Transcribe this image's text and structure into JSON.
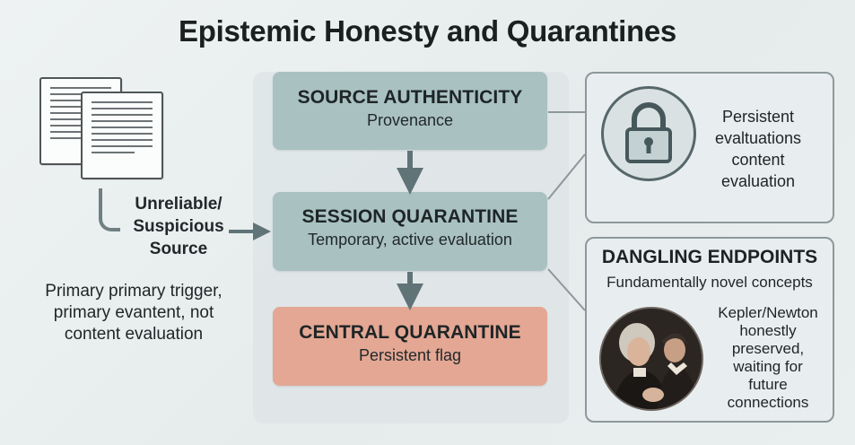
{
  "title": "Epistemic Honesty and Quarantines",
  "source": {
    "label_line1": "Unreliable/",
    "label_line2": "Suspicious",
    "label_line3": "Source",
    "note_line1": "Primary primary trigger,",
    "note_line2": "primary evantent, not",
    "note_line3": "content evaluation"
  },
  "flow": [
    {
      "heading": "SOURCE AUTHENTICITY",
      "subtitle": "Provenance",
      "color": "#a9c1c1"
    },
    {
      "heading": "SESSION QUARANTINE",
      "subtitle": "Temporary, active evaluation",
      "color": "#a9c1c1"
    },
    {
      "heading": "CENTRAL QUARANTINE",
      "subtitle": "Persistent flag",
      "color": "#e3a794"
    }
  ],
  "persistent_panel": {
    "icon": "lock-icon",
    "line1": "Persistent",
    "line2": "evaltuations",
    "line3": "content",
    "line4": "evaluation"
  },
  "dangling_panel": {
    "heading": "DANGLING ENDPOINTS",
    "subtitle": "Fundamentally novel concepts",
    "image": "portrait-of-two-scientists",
    "line1": "Kepler/Newton",
    "line2": "honestly",
    "line3": "preserved,",
    "line4": "waiting for",
    "line5": "future",
    "line6": "connections"
  },
  "colors": {
    "teal_box": "#a9c1c1",
    "salmon_box": "#e3a794",
    "arrow": "#607478",
    "panel_border": "#8d989a"
  }
}
